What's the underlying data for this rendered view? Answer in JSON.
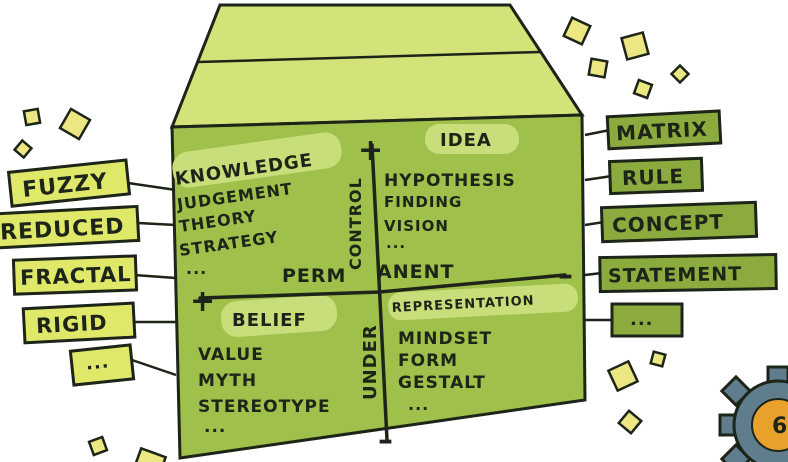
{
  "quadrants": {
    "top_left": {
      "title": "KNOWLEDGE",
      "items": [
        "JUDGEMENT",
        "THEORY",
        "STRATEGY",
        "..."
      ]
    },
    "top_right": {
      "title": "IDEA",
      "items": [
        "HYPOTHESIS",
        "FINDING",
        "VISION",
        "..."
      ]
    },
    "bottom_left": {
      "title": "BELIEF",
      "items": [
        "VALUE",
        "MYTH",
        "STEREOTYPE",
        "..."
      ]
    },
    "bottom_right": {
      "title": "REPRESENTATION",
      "items": [
        "MINDSET",
        "FORM",
        "GESTALT",
        "..."
      ]
    }
  },
  "axes": {
    "vertical_top": "CONTROL",
    "vertical_bottom": "UNDER",
    "horizontal_left": "PERM",
    "horizontal_right": "ANENT",
    "plus_top": "+",
    "plus_left": "+",
    "minus_right": "–",
    "minus_bottom": "–"
  },
  "left_tags": [
    "FUZZY",
    "REDUCED",
    "FRACTAL",
    "RIGID",
    "..."
  ],
  "right_tags": [
    "MATRIX",
    "RULE",
    "CONCEPT",
    "STATEMENT",
    "..."
  ],
  "gear_label": "6",
  "colors": {
    "box_front": "#9fc04a",
    "box_top": "#d4e27a",
    "title_highlight": "#c8de7a",
    "left_tag": "#e0e86a",
    "right_tag": "#8cab3e",
    "square": "#ece782",
    "outline": "#1d2418",
    "gear": "#5f7d8c",
    "gear_center": "#e8a22c"
  }
}
